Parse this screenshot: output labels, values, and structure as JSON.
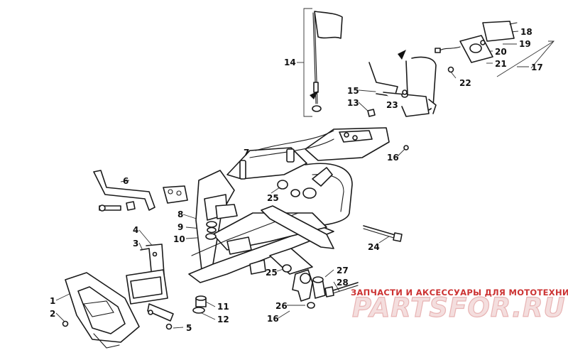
{
  "callouts": [
    {
      "id": "c1",
      "label": "1"
    },
    {
      "id": "c2",
      "label": "2"
    },
    {
      "id": "c3",
      "label": "3"
    },
    {
      "id": "c4",
      "label": "4"
    },
    {
      "id": "c5",
      "label": "5"
    },
    {
      "id": "c6",
      "label": "6"
    },
    {
      "id": "c7",
      "label": "7"
    },
    {
      "id": "c8",
      "label": "8"
    },
    {
      "id": "c9",
      "label": "9"
    },
    {
      "id": "c10",
      "label": "10"
    },
    {
      "id": "c11",
      "label": "11"
    },
    {
      "id": "c12",
      "label": "12"
    },
    {
      "id": "c13",
      "label": "13"
    },
    {
      "id": "c14",
      "label": "14"
    },
    {
      "id": "c15",
      "label": "15"
    },
    {
      "id": "c16a",
      "label": "16"
    },
    {
      "id": "c16b",
      "label": "16"
    },
    {
      "id": "c17",
      "label": "17"
    },
    {
      "id": "c18",
      "label": "18"
    },
    {
      "id": "c19",
      "label": "19"
    },
    {
      "id": "c20",
      "label": "20"
    },
    {
      "id": "c21",
      "label": "21"
    },
    {
      "id": "c22",
      "label": "22"
    },
    {
      "id": "c23",
      "label": "23"
    },
    {
      "id": "c24",
      "label": "24"
    },
    {
      "id": "c25a",
      "label": "25"
    },
    {
      "id": "c25b",
      "label": "25"
    },
    {
      "id": "c26",
      "label": "26"
    },
    {
      "id": "c27",
      "label": "27"
    },
    {
      "id": "c28",
      "label": "28"
    }
  ],
  "watermark": {
    "tagline": "ЗАПЧАСТИ И АКСЕССУАРЫ ДЛЯ МОТОТЕХНИКИ",
    "brand": "PARTSFOR.RU"
  },
  "colors": {
    "line": "#1a1a1a",
    "watermark_text": "#cc3333",
    "watermark_brand": "#e8b4b4"
  }
}
